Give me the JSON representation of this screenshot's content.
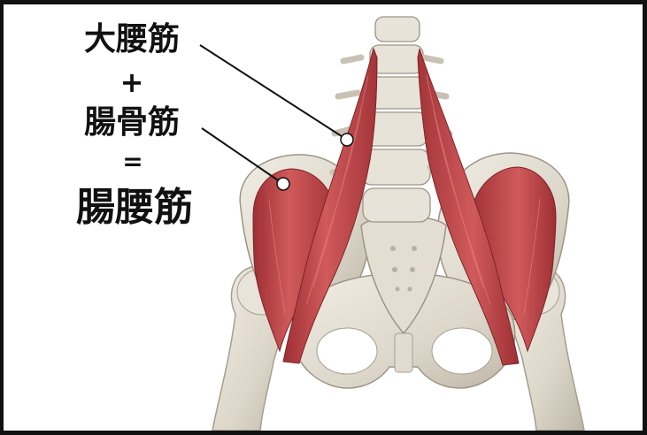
{
  "labels": {
    "psoas_major": "大腰筋",
    "plus": "+",
    "iliacus": "腸骨筋",
    "equals": "=",
    "iliopsoas": "腸腰筋"
  },
  "colors": {
    "bone": "#e6e1d6",
    "bone_shadow": "#b9b3a6",
    "muscle": "#c4474a",
    "muscle_dark": "#8f2a2f",
    "text": "#111111",
    "frame": "#111111"
  }
}
